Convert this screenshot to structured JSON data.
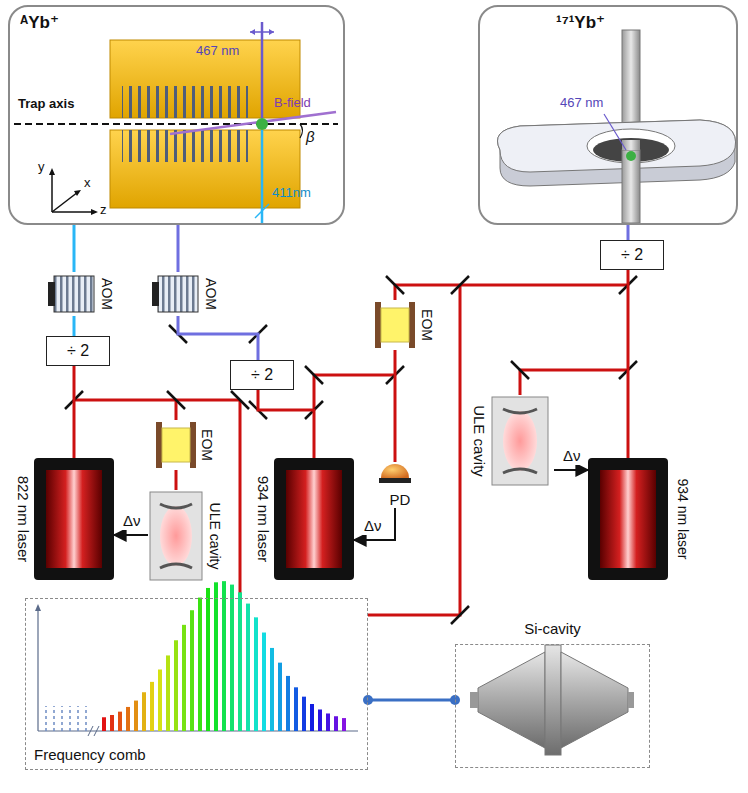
{
  "diagram": {
    "nodes": [
      {
        "text": [
          "ᴬYb⁺"
        ]
      },
      {
        "text": [
          "¹⁷¹Yb⁺"
        ]
      },
      {
        "text": [
          "AOM"
        ]
      },
      {
        "text": [
          "AOM"
        ]
      },
      {
        "text": [
          "÷ 2"
        ]
      },
      {
        "text": [
          "÷ 2"
        ]
      },
      {
        "text": [
          "÷ 2"
        ]
      },
      {
        "text": [
          "EOM"
        ]
      },
      {
        "text": [
          "EOM"
        ]
      },
      {
        "text": [
          "PD"
        ]
      },
      {
        "text": [
          "822 nm laser"
        ]
      },
      {
        "text": [
          "ULE cavity"
        ]
      },
      {
        "text": [
          "934 nm laser"
        ]
      },
      {
        "text": [
          "ULE cavity"
        ]
      },
      {
        "text": [
          "934 nm laser"
        ]
      },
      {
        "text": [
          "Frequency comb"
        ]
      },
      {
        "text": [
          "Si-cavity"
        ]
      }
    ],
    "edges": [
      {
        "from": 2,
        "to": 0,
        "arrow": "none"
      },
      {
        "from": 4,
        "to": 2,
        "arrow": "none"
      },
      {
        "from": 3,
        "to": 0,
        "arrow": "none"
      },
      {
        "from": 5,
        "to": 3,
        "arrow": "none"
      },
      {
        "from": 6,
        "to": 1,
        "arrow": "none"
      },
      {
        "from": 10,
        "to": 4,
        "arrow": "none"
      },
      {
        "from": 12,
        "to": 5,
        "arrow": "none"
      },
      {
        "from": 14,
        "to": 6,
        "arrow": "none"
      },
      {
        "from": 7,
        "to": 9,
        "arrow": "none"
      },
      {
        "from": 8,
        "to": 11,
        "arrow": "none"
      },
      {
        "from": 11,
        "to": 10,
        "arrow": "to",
        "label": "Δν"
      },
      {
        "from": 9,
        "to": 12,
        "arrow": "to",
        "label": "Δν"
      },
      {
        "from": 13,
        "to": 14,
        "arrow": "to",
        "label": "Δν"
      },
      {
        "from": 15,
        "to": 16,
        "arrow": "none"
      }
    ],
    "labels": [
      "467 nm",
      "Trap axis",
      "B-field",
      "β",
      "y",
      "x",
      "z",
      "411nm",
      "467 nm"
    ]
  }
}
